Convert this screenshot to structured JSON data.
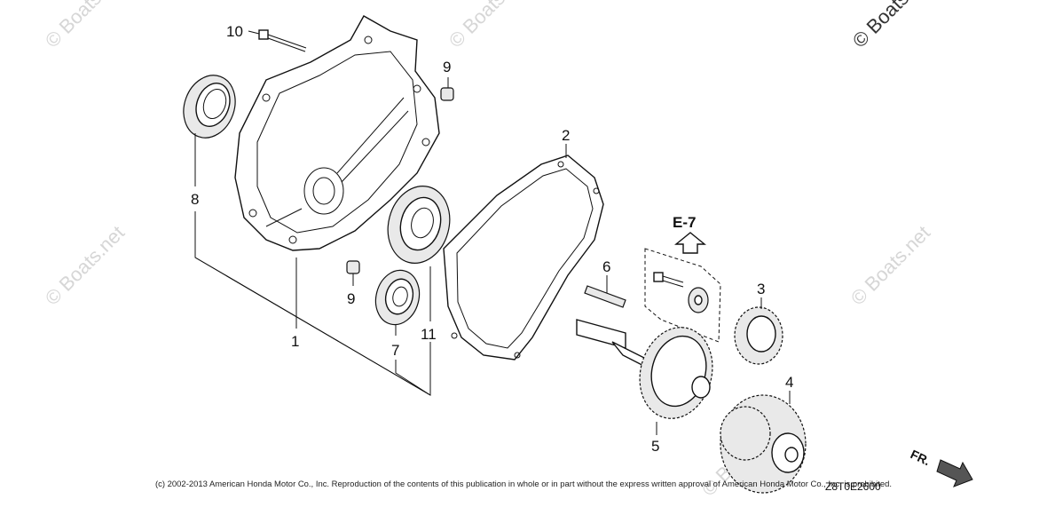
{
  "watermarks": [
    {
      "text": "© Boats.net"
    },
    {
      "text": "© Boats.net"
    },
    {
      "text": "© Boats.net"
    },
    {
      "text": "© Boats.net"
    },
    {
      "text": "© Boats.net"
    },
    {
      "text": "© Boats.net"
    },
    {
      "text": "© Boats.net"
    }
  ],
  "callouts": {
    "c1": "1",
    "c2": "2",
    "c3": "3",
    "c4": "4",
    "c5": "5",
    "c6": "6",
    "c7": "7",
    "c8": "8",
    "c9a": "9",
    "c9b": "9",
    "c10": "10",
    "c11": "11"
  },
  "reference": "E-7",
  "direction_label": "FR.",
  "diagram_code": "Z8T0E2600",
  "copyright": "(c) 2002-2013 American Honda Motor Co., Inc. Reproduction of the contents of this publication in whole or in part without the express written approval of American Honda Motor Co., Inc. is prohibited."
}
